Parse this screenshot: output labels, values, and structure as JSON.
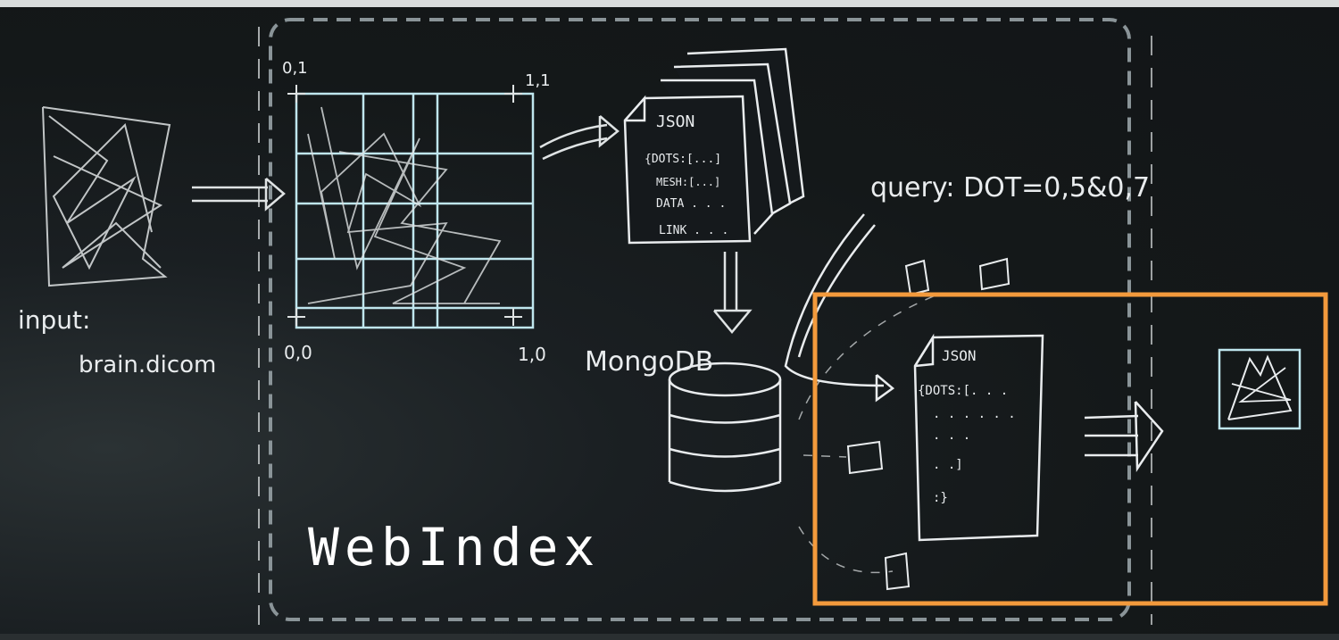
{
  "labels": {
    "corner_top_left": "0,1",
    "corner_top_right": "1,1",
    "corner_bottom_left": "0,0",
    "corner_bottom_right": "1,0",
    "input_label": "input:",
    "input_file": "brain.dicom",
    "json_title": "JSON",
    "json_dots": "{DOTS:[...]",
    "json_mesh": "MESH:[...]",
    "json_data": "DATA . . .",
    "json_link": "LINK . . .",
    "database": "MongoDB",
    "query": "query: DOT=0,5&0,7",
    "result_json_title": "JSON",
    "result_json_dots": "{DOTS:[. . .",
    "result_row_1": ". . . . . .",
    "result_row_2": ". . .",
    "result_close_1": ". .]",
    "result_close_2": ":}",
    "title": "WebIndex"
  },
  "colors": {
    "chalk": "#e9ecee",
    "grid": "#bfe6ee",
    "highlight": "#f39a3c",
    "dashed_frame": "#8a9498"
  }
}
